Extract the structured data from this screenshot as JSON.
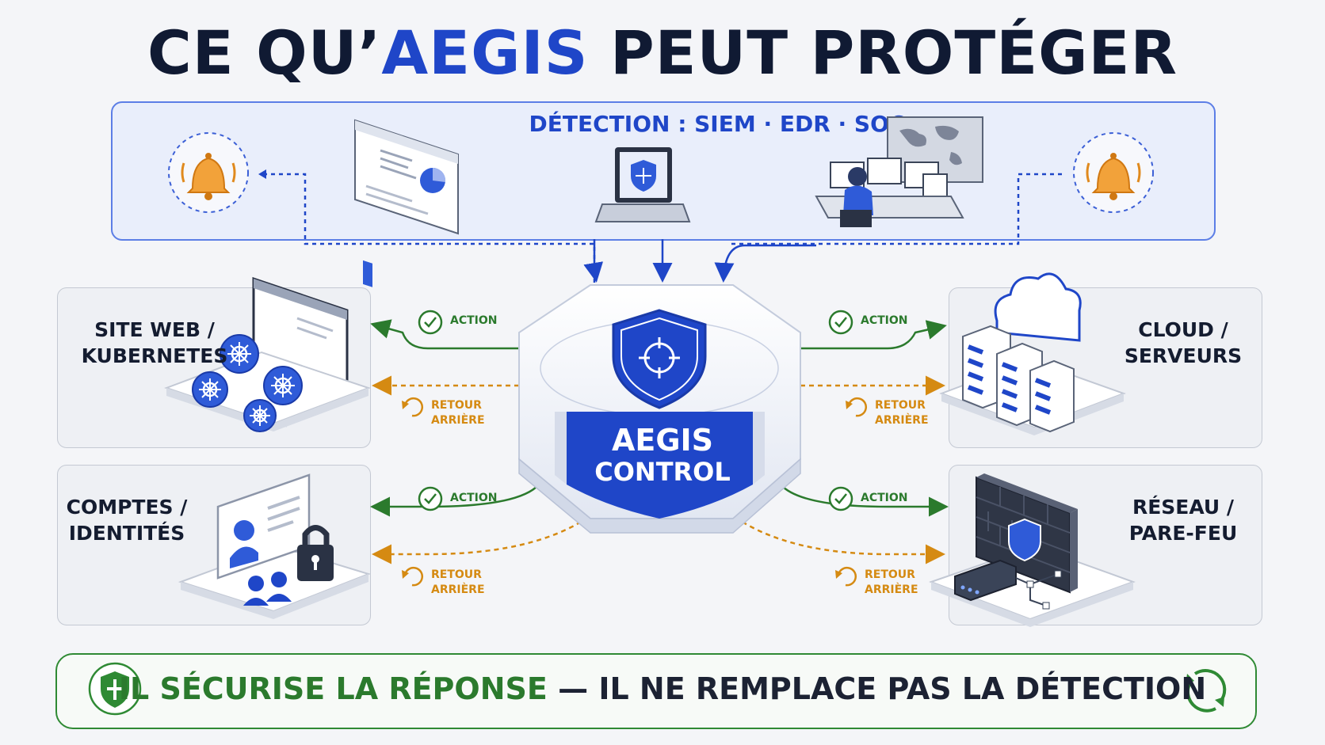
{
  "title": {
    "part1": "CE QU’",
    "accent": "AEGIS",
    "part2": " PEUT PROTÉGER"
  },
  "detection": {
    "title": "DÉTECTION : SIEM · EDR · SOC"
  },
  "center": {
    "line1": "AEGIS",
    "line2": "CONTROL"
  },
  "targets": {
    "web": {
      "line1": "SITE WEB /",
      "line2": "KUBERNETES"
    },
    "cloud": {
      "line1": "CLOUD /",
      "line2": "SERVEURS"
    },
    "accounts": {
      "line1": "COMPTES /",
      "line2": "IDENTITÉS"
    },
    "network": {
      "line1": "RÉSEAU /",
      "line2": "PARE-FEU"
    }
  },
  "flows": {
    "action": "ACTION",
    "rollback_line1": "RETOUR",
    "rollback_line2": "ARRIÈRE"
  },
  "bottom": {
    "part1": "IL SÉCURISE LA RÉPONSE",
    "dash": " — ",
    "part2": "IL NE REMPLACE PAS LA DÉTECTION"
  },
  "colors": {
    "brand_blue": "#1f46c8",
    "dark": "#101a33",
    "action_green": "#2b7a2d",
    "rollback_orange": "#d58a12",
    "alert_orange": "#e08a1e"
  },
  "icons": [
    "bell-icon",
    "dashboard-icon",
    "laptop-shield-icon",
    "soc-operator-icon",
    "kubernetes-icon",
    "cloud-icon",
    "server-icon",
    "identity-card-icon",
    "padlock-icon",
    "users-icon",
    "firewall-icon",
    "router-icon",
    "shield-target-icon",
    "check-circle-icon",
    "refresh-icon",
    "shield-cross-icon",
    "cycle-arrows-icon"
  ]
}
